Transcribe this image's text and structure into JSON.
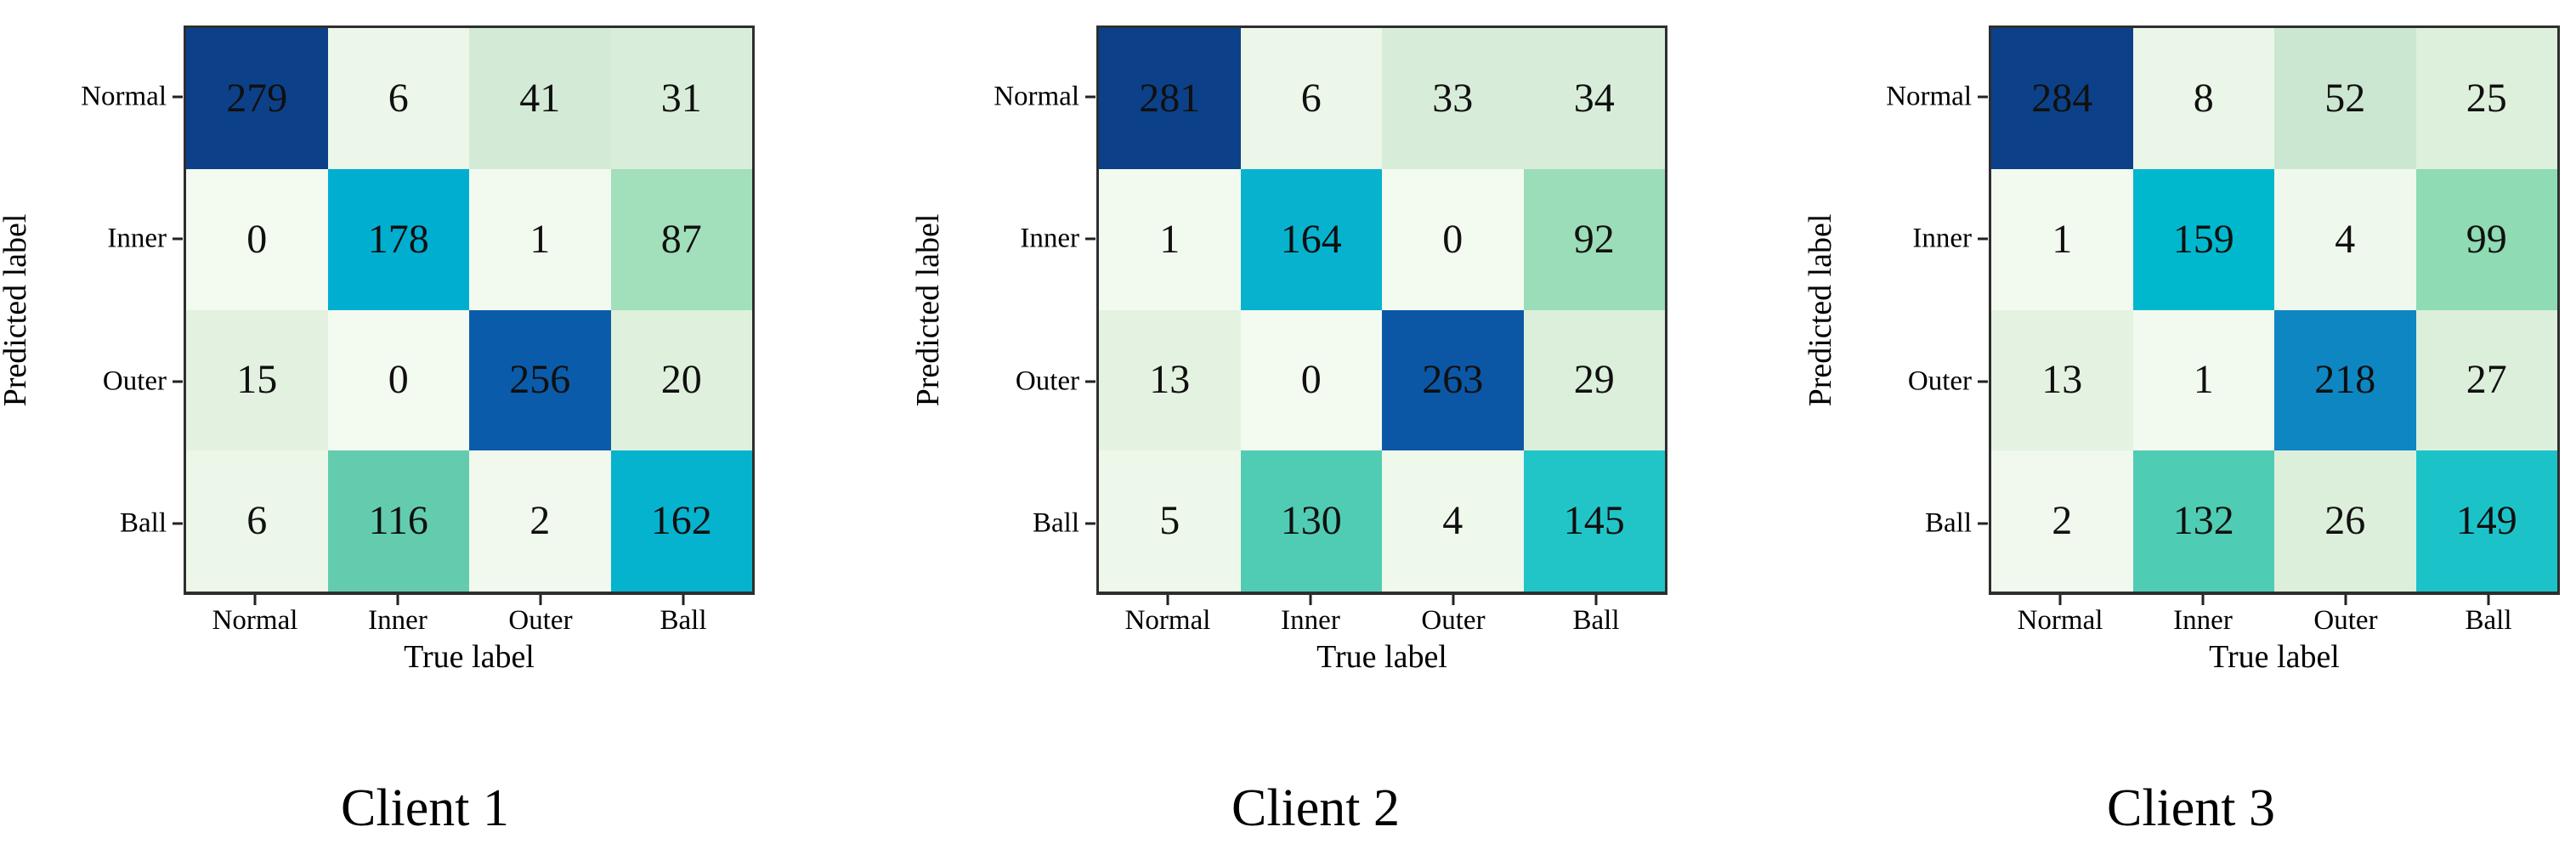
{
  "figure": {
    "background": "#ffffff",
    "text_color": "#000000",
    "cell_text_color": "#101010",
    "border_color": "#2e2e2e",
    "tick_color": "#222222",
    "colormap_stops": [
      [
        0.0,
        "#f3faf0"
      ],
      [
        0.022,
        "#ecf7e9"
      ],
      [
        0.047,
        "#e4f3e1"
      ],
      [
        0.072,
        "#dff1dd"
      ],
      [
        0.095,
        "#dcefdb"
      ],
      [
        0.112,
        "#d9eeda"
      ],
      [
        0.147,
        "#d2ead6"
      ],
      [
        0.183,
        "#cbe7d1"
      ],
      [
        0.312,
        "#a2dfbb"
      ],
      [
        0.327,
        "#9cddb9"
      ],
      [
        0.349,
        "#8edbb4"
      ],
      [
        0.416,
        "#63ccae"
      ],
      [
        0.464,
        "#50ccb4"
      ],
      [
        0.52,
        "#1fc5c8"
      ],
      [
        0.56,
        "#00b8ce"
      ],
      [
        0.584,
        "#07b2cf"
      ],
      [
        0.638,
        "#00aed0"
      ],
      [
        0.768,
        "#0e86c2"
      ],
      [
        0.918,
        "#0a5caa"
      ],
      [
        0.936,
        "#0b57a6"
      ],
      [
        1.0,
        "#0c4189"
      ]
    ]
  },
  "chart_data": [
    {
      "type": "heatmap",
      "title": "Client 1",
      "xlabel": "True label",
      "ylabel": "Predicted label",
      "x_categories": [
        "Normal",
        "Inner",
        "Outer",
        "Ball"
      ],
      "y_categories": [
        "Normal",
        "Inner",
        "Outer",
        "Ball"
      ],
      "rows": [
        [
          279,
          6,
          41,
          31
        ],
        [
          0,
          178,
          1,
          87
        ],
        [
          15,
          0,
          256,
          20
        ],
        [
          6,
          116,
          2,
          162
        ]
      ]
    },
    {
      "type": "heatmap",
      "title": "Client 2",
      "xlabel": "True label",
      "ylabel": "Predicted label",
      "x_categories": [
        "Normal",
        "Inner",
        "Outer",
        "Ball"
      ],
      "y_categories": [
        "Normal",
        "Inner",
        "Outer",
        "Ball"
      ],
      "rows": [
        [
          281,
          6,
          33,
          34
        ],
        [
          1,
          164,
          0,
          92
        ],
        [
          13,
          0,
          263,
          29
        ],
        [
          5,
          130,
          4,
          145
        ]
      ]
    },
    {
      "type": "heatmap",
      "title": "Client 3",
      "xlabel": "True label",
      "ylabel": "Predicted label",
      "x_categories": [
        "Normal",
        "Inner",
        "Outer",
        "Ball"
      ],
      "y_categories": [
        "Normal",
        "Inner",
        "Outer",
        "Ball"
      ],
      "rows": [
        [
          284,
          8,
          52,
          25
        ],
        [
          1,
          159,
          4,
          99
        ],
        [
          13,
          1,
          218,
          27
        ],
        [
          2,
          132,
          26,
          149
        ]
      ]
    }
  ]
}
